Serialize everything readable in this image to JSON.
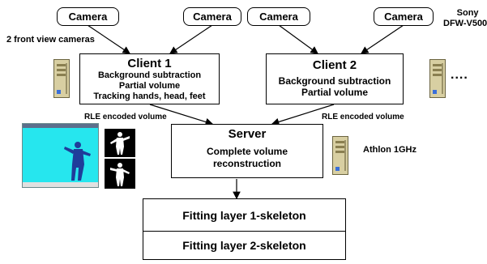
{
  "cameras": [
    "Camera",
    "Camera",
    "Camera",
    "Camera"
  ],
  "camera_model": [
    "Sony",
    "DFW-V500"
  ],
  "front_view_note": "2 front view cameras",
  "client1": {
    "title": "Client 1",
    "lines": [
      "Background subtraction",
      "Partial volume",
      "Tracking hands, head, feet"
    ]
  },
  "client2": {
    "title": "Client 2",
    "lines": [
      "Background subtraction",
      "Partial volume"
    ]
  },
  "more_clients": "....",
  "rle_left": "RLE encoded volume",
  "rle_right": "RLE encoded volume",
  "server": {
    "title": "Server",
    "lines": [
      "Complete volume",
      "reconstruction"
    ]
  },
  "server_cpu": "Athlon 1GHz",
  "fitting_layers": [
    "Fitting layer 1-skeleton",
    "Fitting layer 2-skeleton"
  ]
}
